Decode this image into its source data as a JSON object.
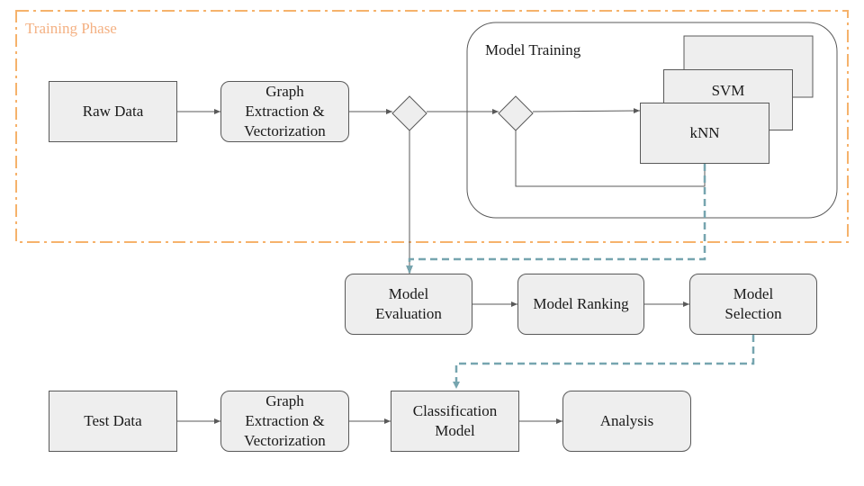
{
  "colors": {
    "node_fill": "#eeeeee",
    "node_border": "#595959",
    "phase_border": "#f6b26b",
    "phase_label": "#f4b183",
    "dashed_link": "#76a5af",
    "wire": "#595959"
  },
  "training_phase": {
    "label": "Training Phase"
  },
  "model_training": {
    "label": "Model Training"
  },
  "nodes": {
    "raw_data": "Raw Data",
    "graph_extraction_train": "Graph\nExtraction &\nVectorization",
    "svm": "SVM",
    "knn": "kNN",
    "model_evaluation": "Model\nEvaluation",
    "model_ranking": "Model Ranking",
    "model_selection": "Model\nSelection",
    "test_data": "Test Data",
    "graph_extraction_test": "Graph\nExtraction &\nVectorization",
    "classification_model": "Classification\nModel",
    "analysis": "Analysis"
  }
}
